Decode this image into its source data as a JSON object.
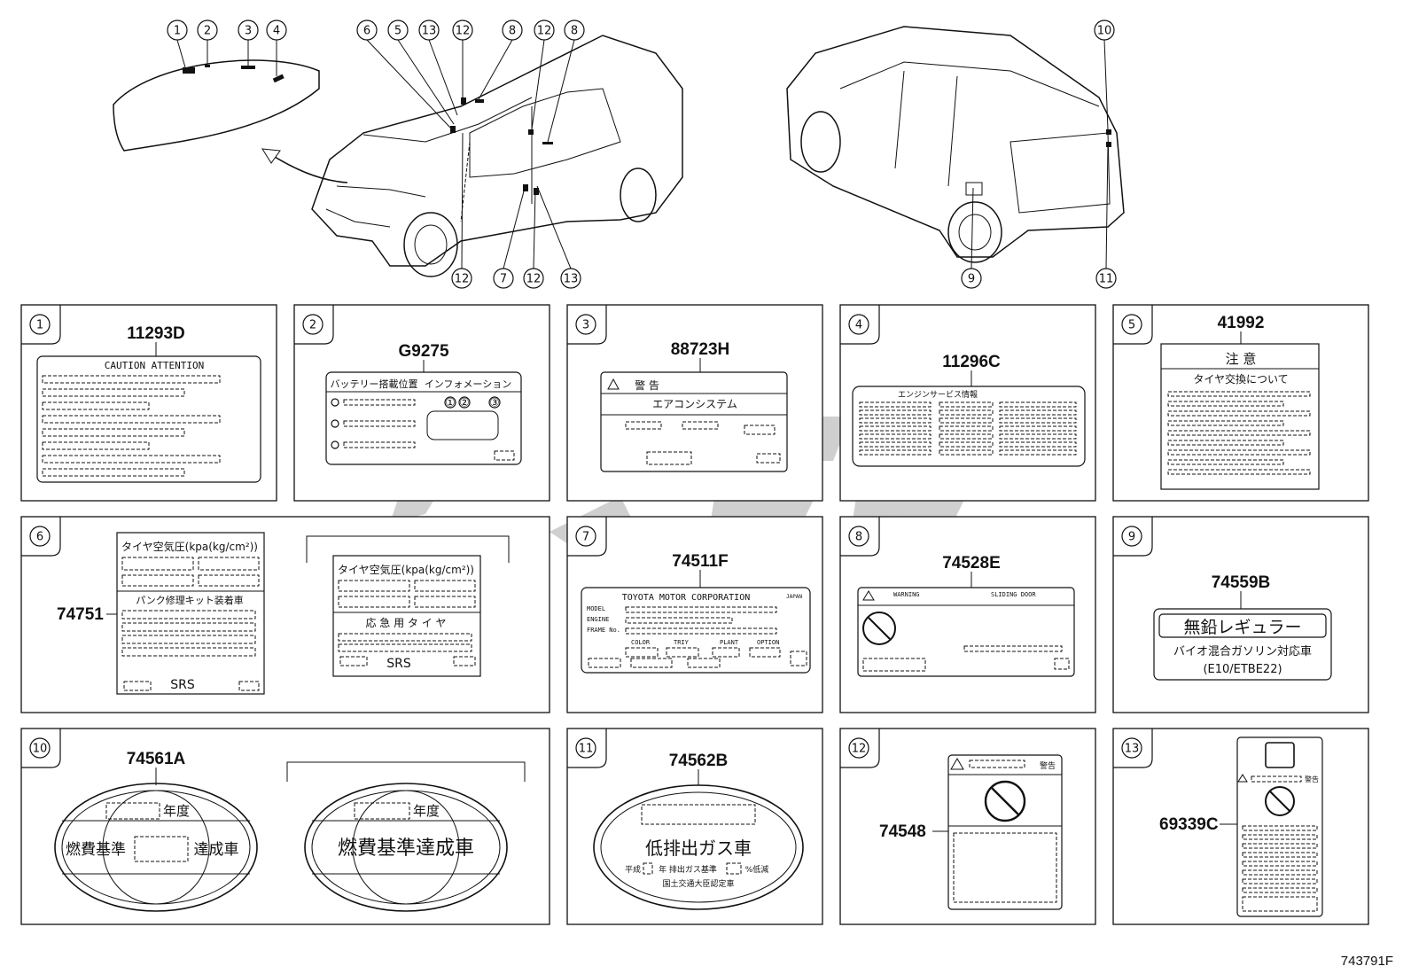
{
  "top_callouts": [
    "1",
    "2",
    "3",
    "4",
    "6",
    "5",
    "13",
    "12",
    "8",
    "12",
    "8",
    "12",
    "7",
    "12",
    "13",
    "9",
    "10",
    "11"
  ],
  "panels": [
    {
      "n": "1",
      "part": "11293D",
      "text": [
        "CAUTION ATTENTION"
      ]
    },
    {
      "n": "2",
      "part": "G9275",
      "text": [
        "バッテリー搭載位置",
        "インフォメーション",
        "①",
        "②",
        "③"
      ]
    },
    {
      "n": "3",
      "part": "88723H",
      "text": [
        "警 告",
        "エアコンシステム"
      ]
    },
    {
      "n": "4",
      "part": "11296C",
      "text": [
        "エンジンサービス情報"
      ]
    },
    {
      "n": "5",
      "part": "41992",
      "text": [
        "注 意",
        "タイヤ交換について"
      ]
    },
    {
      "n": "6",
      "part": "74751",
      "text": [
        "タイヤ空気圧(kpa(kg/cm²))",
        "パンク修理キット装着車",
        "SRS",
        "応 急 用 タ イ ヤ"
      ]
    },
    {
      "n": "7",
      "part": "74511F",
      "text": [
        "TOYOTA MOTOR CORPORATION",
        "JAPAN",
        "MODEL",
        "ENGINE",
        "FRAME No.",
        "COLOR",
        "TRIY",
        "PLANT",
        "OPTION"
      ]
    },
    {
      "n": "8",
      "part": "74528E",
      "text": [
        "WARNING",
        "SLIDING DOOR"
      ]
    },
    {
      "n": "9",
      "part": "74559B",
      "text": [
        "無鉛レギュラー",
        "バイオ混合ガソリン対応車",
        "(E10/ETBE22)"
      ]
    },
    {
      "n": "10",
      "part": "74561A",
      "text": [
        "年度",
        "燃費基準",
        "達成車",
        "燃費基準達成車"
      ]
    },
    {
      "n": "11",
      "part": "74562B",
      "text": [
        "低排出ガス車",
        "平成",
        "年 排出ガス基準",
        "%低減",
        "国土交通大臣認定車"
      ]
    },
    {
      "n": "12",
      "part": "74548",
      "text": [
        "警告"
      ]
    },
    {
      "n": "13",
      "part": "69339C",
      "text": [
        "警告"
      ]
    }
  ],
  "footer_code": "743791F"
}
